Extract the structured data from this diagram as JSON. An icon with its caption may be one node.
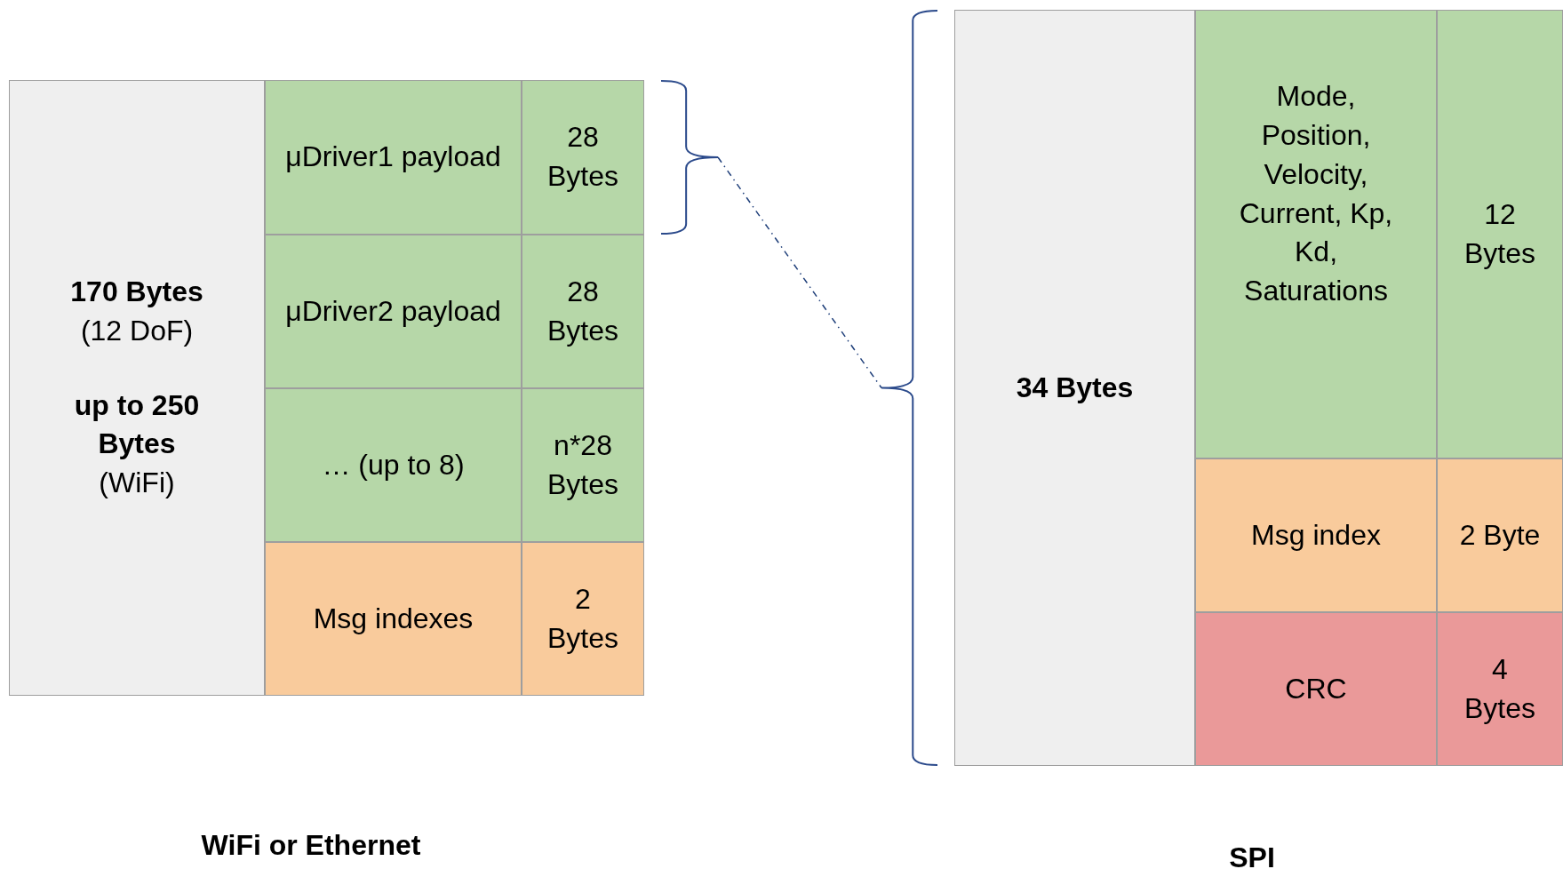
{
  "diagram": {
    "nodes": [
      {
        "text": [
          "**170 Bytes** (12 DoF)",
          "**up to 250 Bytes** (WiFi)"
        ]
      },
      {
        "text": [
          "μDriver1 payload"
        ]
      },
      {
        "text": [
          "28 Bytes"
        ]
      },
      {
        "text": [
          "μDriver2 payload"
        ]
      },
      {
        "text": [
          "28 Bytes"
        ]
      },
      {
        "text": [
          "… (up to 8)"
        ]
      },
      {
        "text": [
          "n*28 Bytes"
        ]
      },
      {
        "text": [
          "Msg indexes"
        ]
      },
      {
        "text": [
          "2 Bytes"
        ]
      },
      {
        "text": [
          "34 Bytes"
        ]
      },
      {
        "text": [
          "Mode, Position, Velocity, Current, Kp, Kd, Saturations"
        ]
      },
      {
        "text": [
          "12 Bytes"
        ]
      },
      {
        "text": [
          "Msg index"
        ]
      },
      {
        "text": [
          "2 Byte"
        ]
      },
      {
        "text": [
          "CRC"
        ]
      },
      {
        "text": [
          "4 Bytes"
        ]
      },
      {
        "text": [],
        "shape": "brace"
      },
      {
        "text": [],
        "shape": "brace"
      }
    ],
    "edges": [
      {
        "from": 16,
        "to": 17,
        "arrow": "none",
        "style": "dashed"
      }
    ],
    "labels": [
      "WiFi or Ethernet",
      "SPI"
    ]
  }
}
